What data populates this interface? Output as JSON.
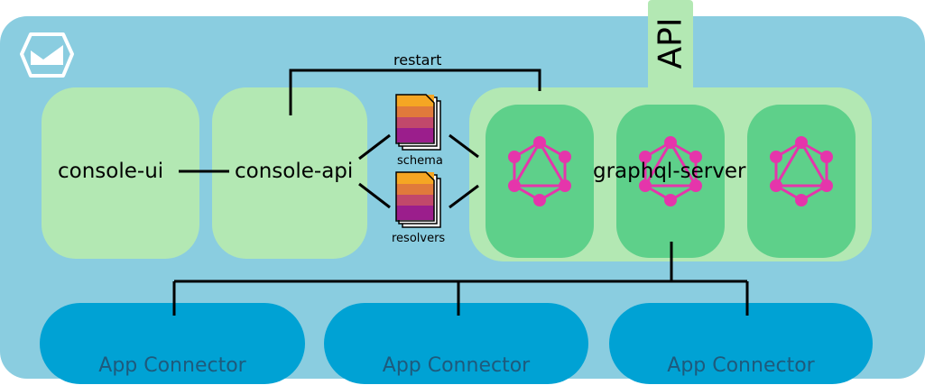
{
  "api_tab": {
    "label": "API"
  },
  "components": {
    "console_ui": "console-ui",
    "console_api": "console-api",
    "graphql_server": "graphql-server"
  },
  "links": {
    "restart": "restart"
  },
  "files": {
    "schema": "schema",
    "resolvers": "resolvers"
  },
  "connectors": [
    "App Connector",
    "App Connector",
    "App Connector"
  ],
  "colors": {
    "outer_panel": "#8acde0",
    "light_green": "#b3e8b3",
    "graphql_node": "#5ed08a",
    "graphql_logo": "#e535ab",
    "connector": "#00a2d4",
    "connector_text": "#1e5a7c"
  }
}
